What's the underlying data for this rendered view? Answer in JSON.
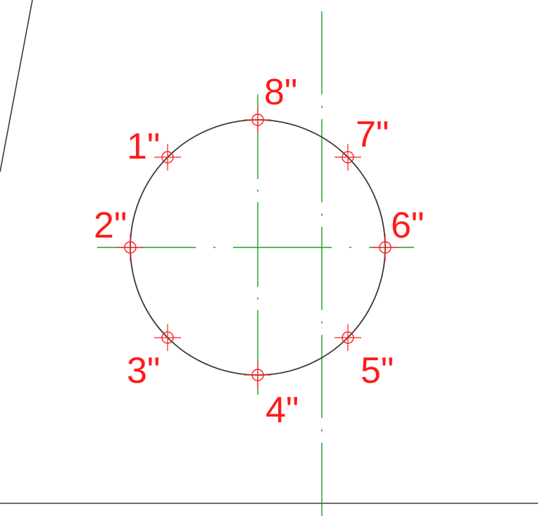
{
  "colors": {
    "background": "#ffffff",
    "outline": "#3a3a3a",
    "centerline": "#1fa01f",
    "marker": "#ff1a1a",
    "label": "#ff1a1a"
  },
  "points": [
    {
      "id": "1",
      "label": "1\""
    },
    {
      "id": "2",
      "label": "2\""
    },
    {
      "id": "3",
      "label": "3\""
    },
    {
      "id": "4",
      "label": "4\""
    },
    {
      "id": "5",
      "label": "5\""
    },
    {
      "id": "6",
      "label": "6\""
    },
    {
      "id": "7",
      "label": "7\""
    },
    {
      "id": "8",
      "label": "8\""
    }
  ]
}
